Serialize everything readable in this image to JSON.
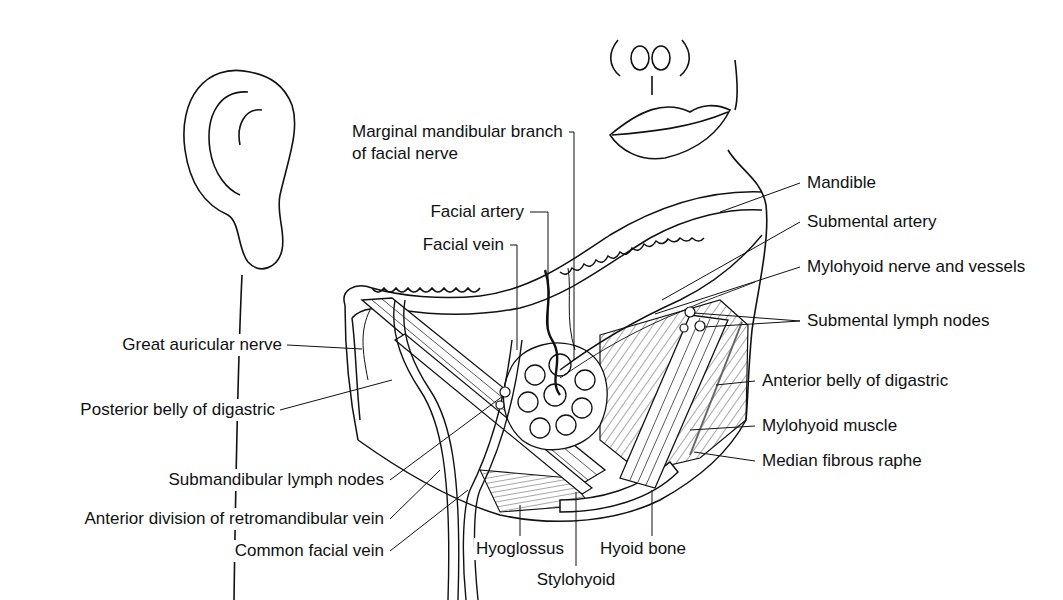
{
  "diagram": {
    "labels": [
      "Marginal mandibular branch of facial nerve",
      "Facial artery",
      "Facial vein",
      "Mandible",
      "Submental artery",
      "Mylohyoid nerve and vessels",
      "Submental lymph nodes",
      "Great auricular nerve",
      "Posterior belly of digastric",
      "Anterior belly of digastric",
      "Mylohyoid muscle",
      "Median fibrous raphe",
      "Submandibular lymph nodes",
      "Anterior division of retromandibular vein",
      "Common facial vein",
      "Hyoglossus",
      "Hyoid bone",
      "Stylohyoid"
    ]
  }
}
